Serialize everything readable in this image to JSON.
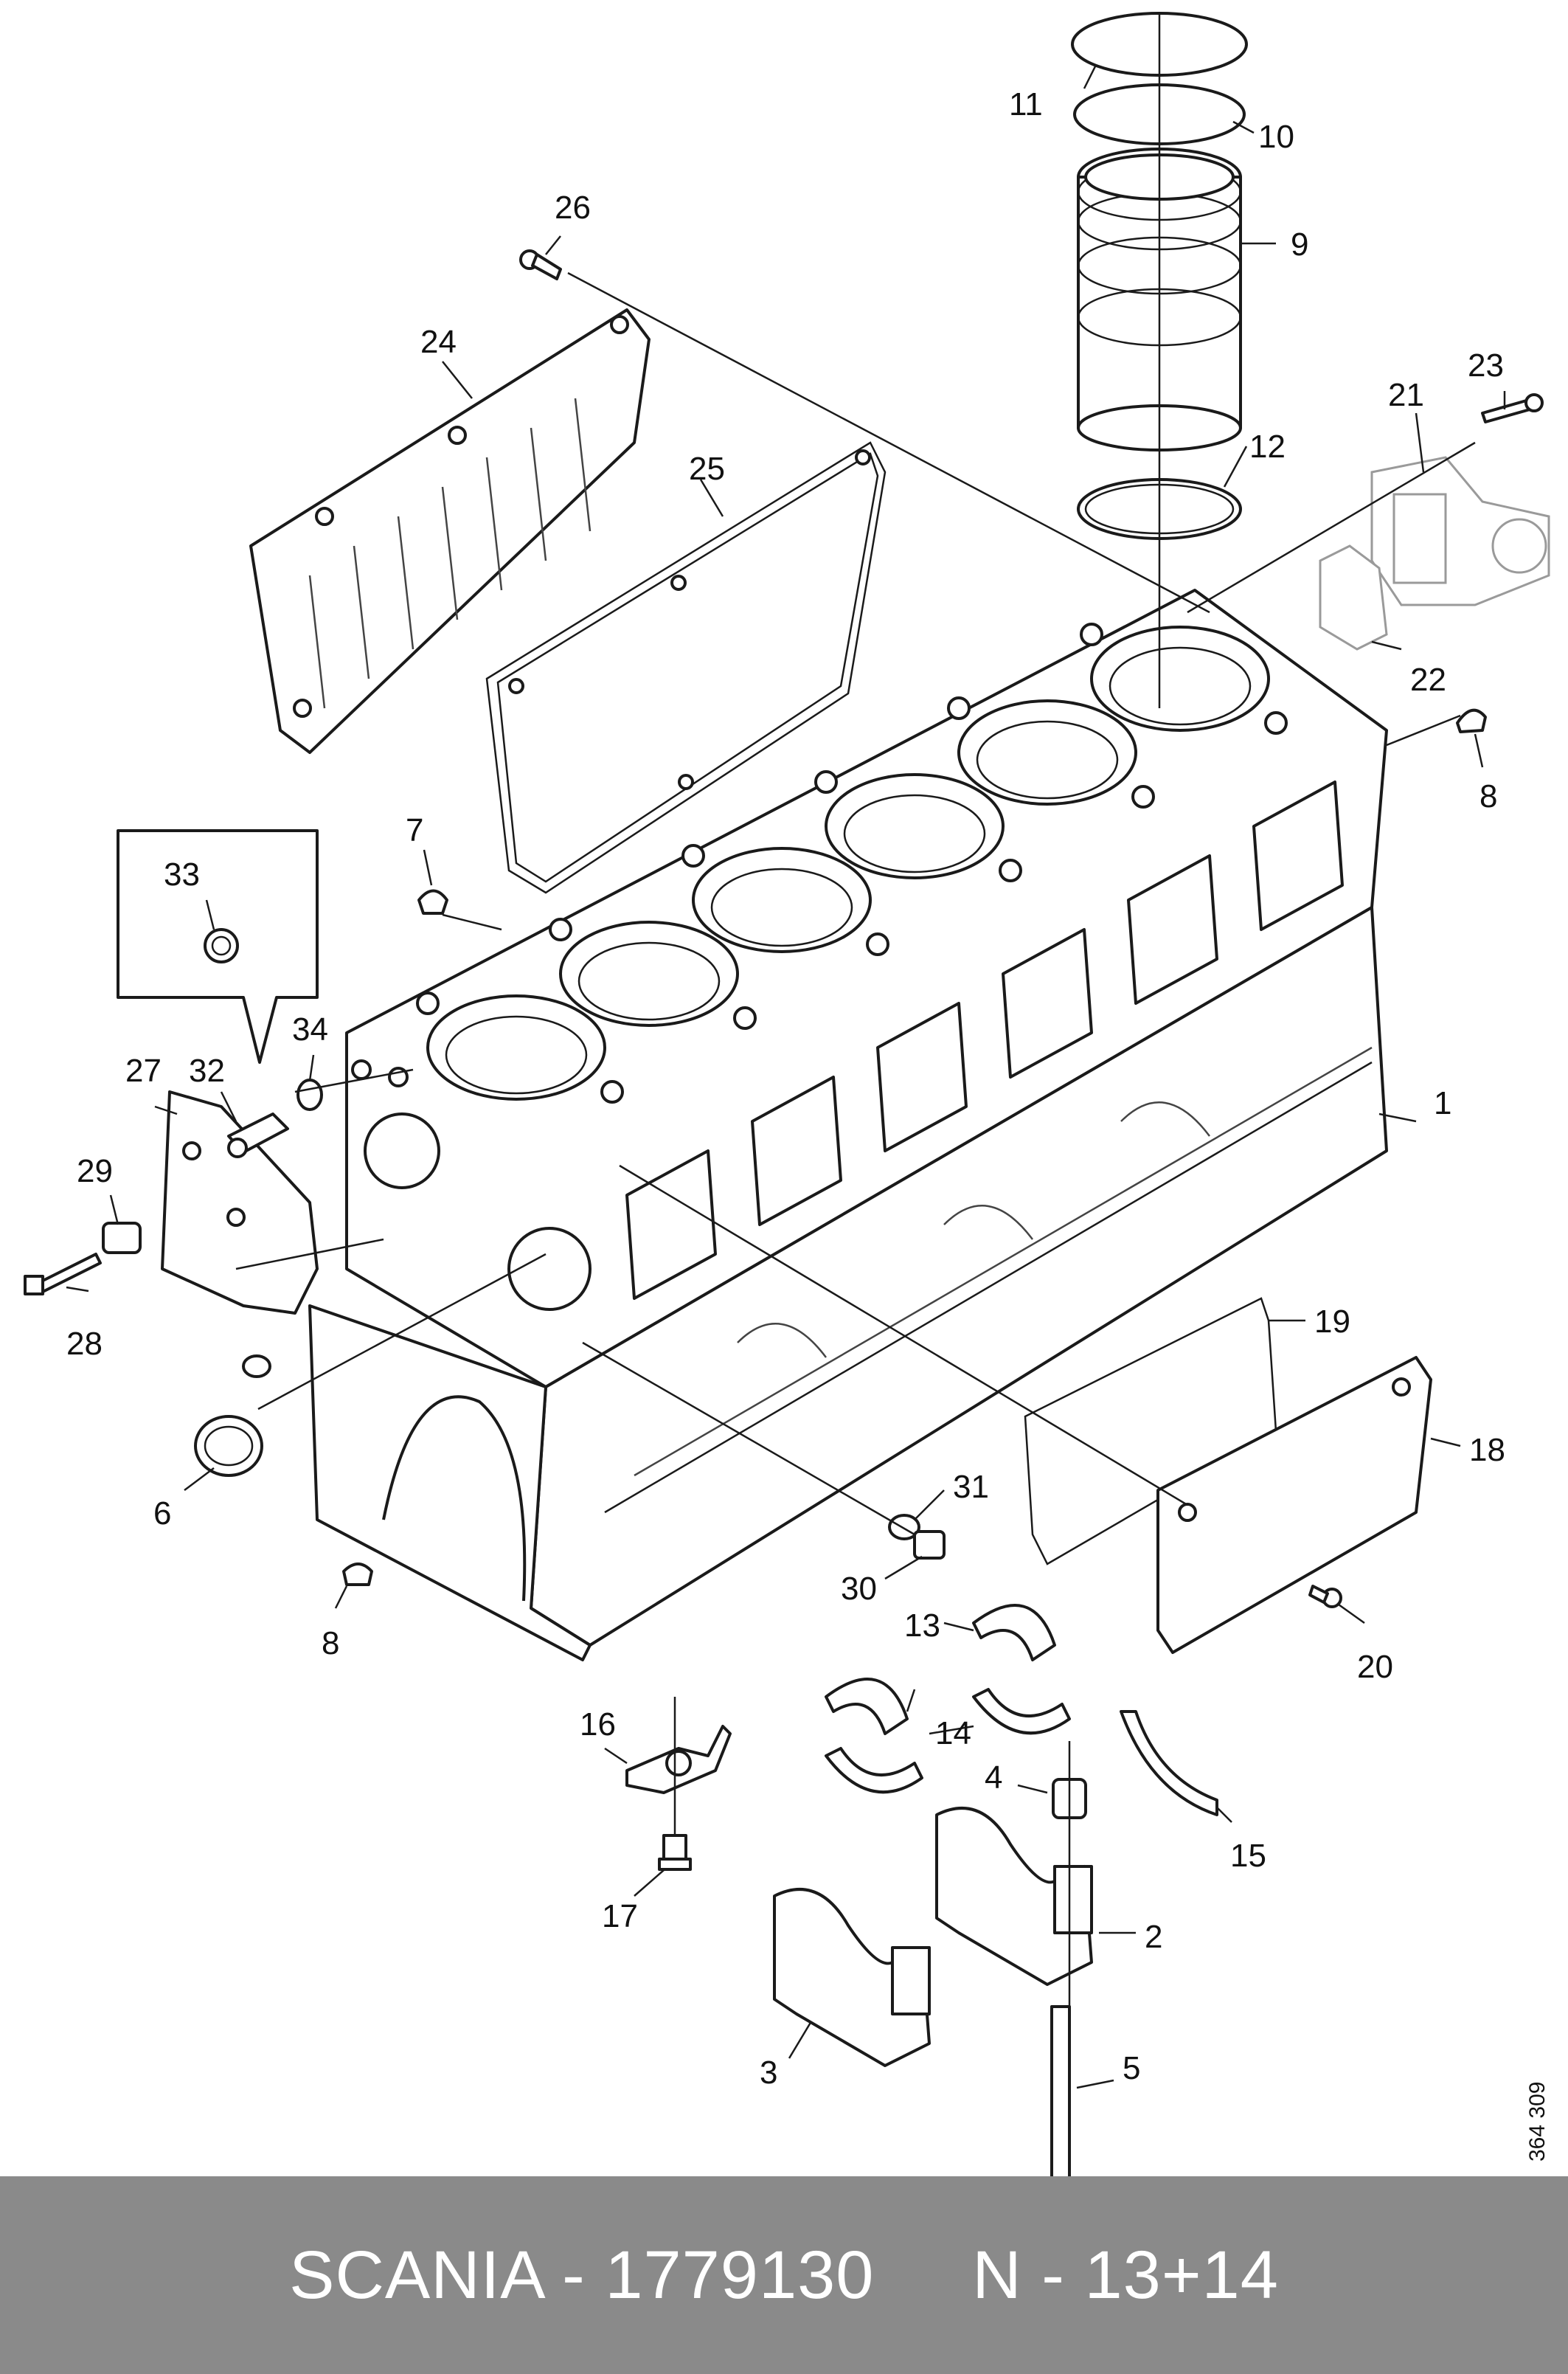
{
  "footer": {
    "brand": "SCANIA",
    "separator": " - ",
    "part_number": "1779130",
    "note": "N - 13+14"
  },
  "drawing_number": "364 309",
  "callouts": [
    "1",
    "2",
    "3",
    "4",
    "5",
    "6",
    "7",
    "8",
    "8",
    "9",
    "10",
    "11",
    "12",
    "13",
    "14",
    "15",
    "16",
    "17",
    "18",
    "19",
    "20",
    "21",
    "22",
    "23",
    "24",
    "25",
    "26",
    "27",
    "28",
    "29",
    "30",
    "31",
    "32",
    "33",
    "34"
  ]
}
